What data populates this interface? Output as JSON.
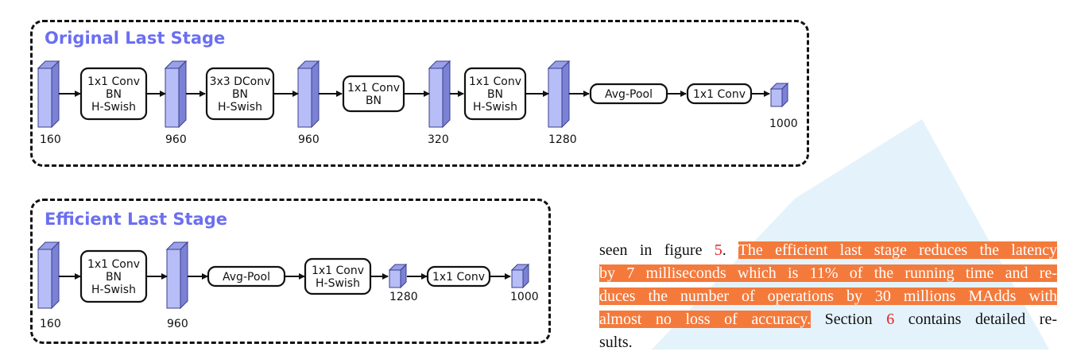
{
  "stages": {
    "original": {
      "title": "Original Last Stage",
      "ops": [
        {
          "lines": [
            "1x1 Conv",
            "BN",
            "H-Swish"
          ]
        },
        {
          "lines": [
            "3x3 DConv",
            "BN",
            "H-Swish"
          ]
        },
        {
          "lines": [
            "1x1 Conv",
            "BN"
          ]
        },
        {
          "lines": [
            "1x1 Conv",
            "BN",
            "H-Swish"
          ]
        },
        {
          "lines": [
            "Avg-Pool"
          ]
        },
        {
          "lines": [
            "1x1 Conv"
          ]
        }
      ],
      "dims": [
        "160",
        "960",
        "960",
        "320",
        "1280",
        "1000"
      ]
    },
    "efficient": {
      "title": "Efficient Last Stage",
      "ops": [
        {
          "lines": [
            "1x1 Conv",
            "BN",
            "H-Swish"
          ]
        },
        {
          "lines": [
            "Avg-Pool"
          ]
        },
        {
          "lines": [
            "1x1 Conv",
            "H-Swish"
          ]
        },
        {
          "lines": [
            "1x1 Conv"
          ]
        }
      ],
      "dims": [
        "160",
        "960",
        "1280",
        "1000"
      ]
    }
  },
  "paragraph": {
    "line1_pre": "seen in figure ",
    "ref_figure": "5",
    "line1_dot": ". ",
    "line1_hl": "The efficient last stage reduces the latency",
    "line2_hl": "by 7 milliseconds which is 11% of the running time and re-",
    "line3_hl": "duces the number of operations by 30 millions MAdds with",
    "line4_hl": "almost no loss of accuracy.",
    "line4_pre": " Section ",
    "ref_section": "6",
    "line4_post": " contains detailed re-",
    "line5": "sults."
  },
  "colors": {
    "title": "#6b6ff0",
    "tensor_front": "#b7bdf6",
    "tensor_side": "#7b82d6",
    "tensor_top": "#9aa0e8",
    "highlight": "#f47a3c",
    "reference": "#e02020",
    "watermark": "#dff0fa"
  }
}
